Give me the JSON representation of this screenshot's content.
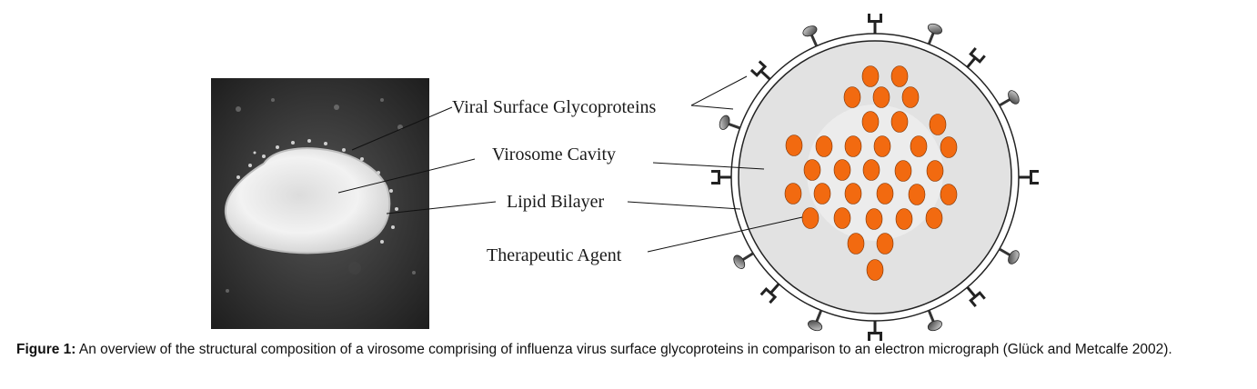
{
  "labels": {
    "glycoproteins": "Viral Surface Glycoproteins",
    "cavity": "Virosome Cavity",
    "bilayer": "Lipid Bilayer",
    "agent": "Therapeutic Agent"
  },
  "caption": {
    "prefix": "Figure 1:",
    "text": " An overview of the structural composition of a virosome comprising of influenza virus surface glycoproteins in comparison to an electron micrograph  (Glück and Metcalfe 2002)."
  },
  "colors": {
    "agent": "#f26a10",
    "cavity": "#e0e0e0",
    "micrograph_bg": "#3a3a3a"
  }
}
